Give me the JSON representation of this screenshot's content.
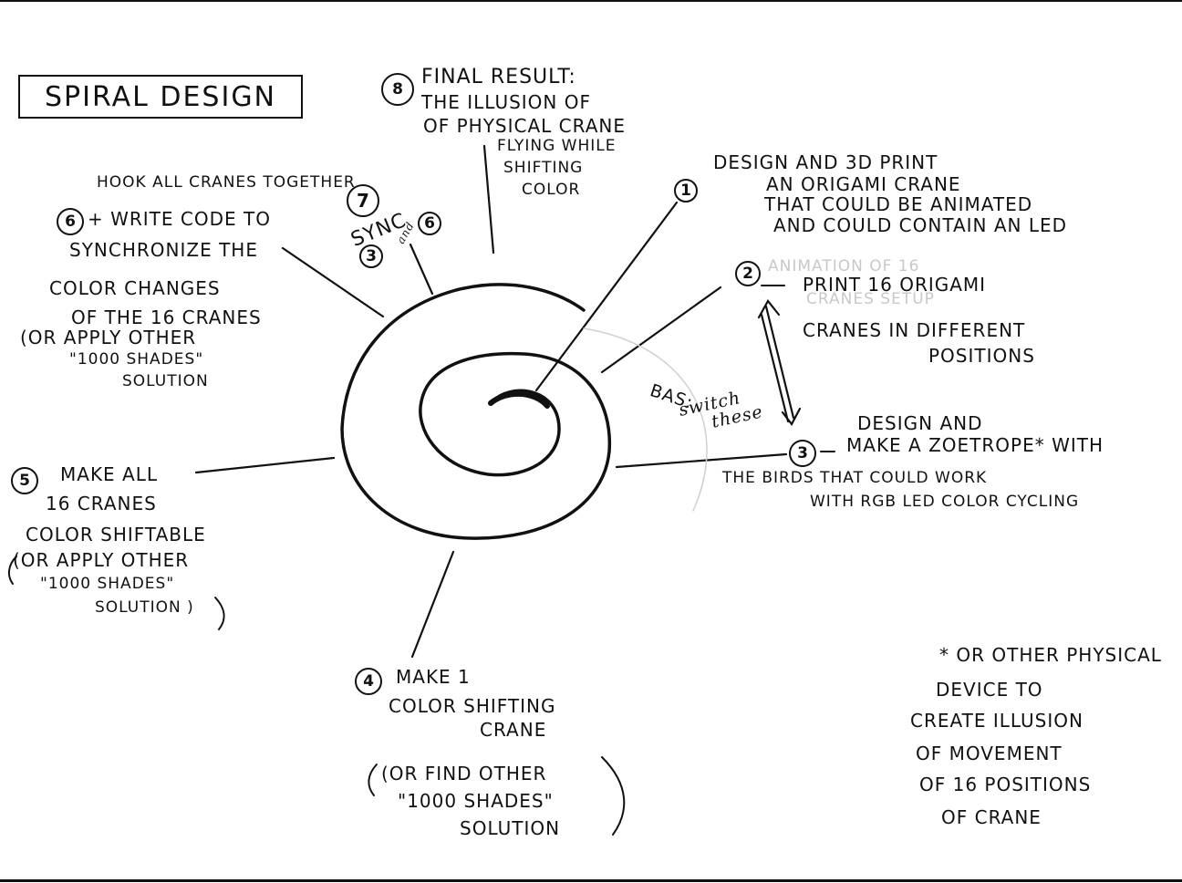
{
  "title": "SPIRAL DESIGN",
  "steps": {
    "step1": {
      "number": "1",
      "lines": [
        "DESIGN AND 3D PRINT",
        "AN ORIGAMI CRANE",
        "THAT COULD BE ANIMATED",
        "AND COULD CONTAIN AN LED"
      ]
    },
    "step2": {
      "number": "2",
      "lines": [
        "PRINT 16 ORIGAMI",
        "CRANES IN DIFFERENT",
        "POSITIONS"
      ],
      "ghost": [
        "ANIMATION OF 16",
        "CRANES SETUP"
      ]
    },
    "step3": {
      "number": "3",
      "lines": [
        "DESIGN AND",
        "MAKE A ZOETROPE* WITH",
        "THE BIRDS THAT COULD WORK",
        "WITH RGB LED COLOR CYCLING"
      ]
    },
    "step4": {
      "number": "4",
      "lines": [
        "MAKE 1",
        "COLOR SHIFTING",
        "CRANE"
      ],
      "alt": [
        "(OR FIND OTHER",
        "\"1000 SHADES\"",
        "SOLUTION"
      ]
    },
    "step5": {
      "number": "5",
      "lines": [
        "MAKE ALL",
        "16 CRANES",
        "COLOR SHIFTABLE"
      ],
      "alt": [
        "(OR APPLY OTHER",
        "\"1000 SHADES\"",
        "SOLUTION )"
      ]
    },
    "step6": {
      "number": "6",
      "lines": [
        "+ WRITE CODE TO",
        "SYNCHRONIZE THE",
        "COLOR CHANGES",
        "OF THE 16 CRANES"
      ],
      "alt": [
        "(OR APPLY OTHER",
        "\"1000 SHADES\"",
        "SOLUTION"
      ]
    },
    "step7": {
      "number": "7",
      "top": "HOOK ALL CRANES TOGETHER",
      "sync": "SYNC",
      "and_label": "and",
      "sync_a": "3",
      "sync_b": "6"
    },
    "step8": {
      "number": "8",
      "lines": [
        "FINAL RESULT:",
        "THE ILLUSION OF",
        "OF PHYSICAL CRANE",
        "FLYING WHILE",
        "SHIFTING",
        "COLOR"
      ]
    }
  },
  "switch_note": {
    "line1": "BAS:",
    "line2": "switch",
    "line3": "these"
  },
  "footnote": {
    "lines": [
      "* OR OTHER PHYSICAL",
      "DEVICE TO",
      "CREATE ILLUSION",
      "OF MOVEMENT",
      "OF 16 POSITIONS",
      "OF CRANE"
    ]
  },
  "colors": {
    "ink": "#111111",
    "ghost": "#c8c8c8",
    "paper": "#ffffff"
  }
}
